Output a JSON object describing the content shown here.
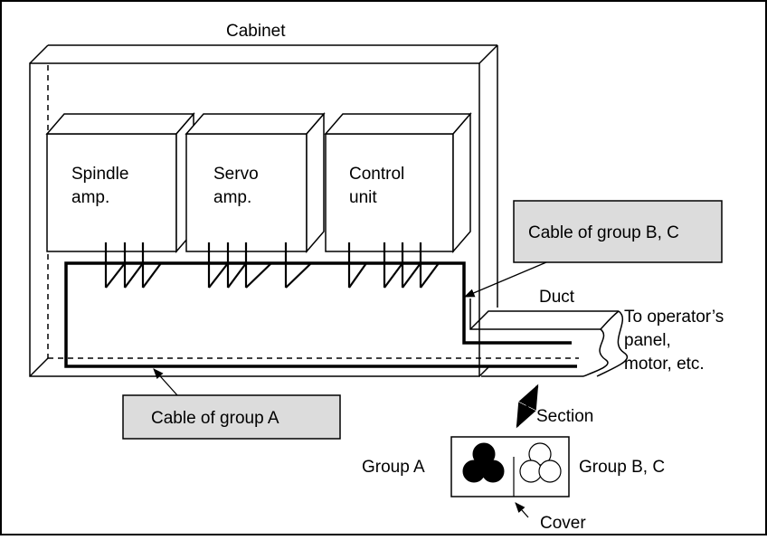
{
  "cabinet": {
    "label": "Cabinet"
  },
  "units": [
    {
      "line1": "Spindle",
      "line2": "amp."
    },
    {
      "line1": "Servo",
      "line2": "amp."
    },
    {
      "line1": "Control",
      "line2": "unit"
    }
  ],
  "callouts": {
    "group_bc": "Cable of group B, C",
    "group_a": "Cable of group A"
  },
  "duct": {
    "label": "Duct",
    "destination": [
      "To operator’s",
      "panel,",
      "motor, etc."
    ]
  },
  "section": {
    "label": "Section",
    "left": "Group A",
    "right": "Group B, C",
    "cover": "Cover"
  }
}
